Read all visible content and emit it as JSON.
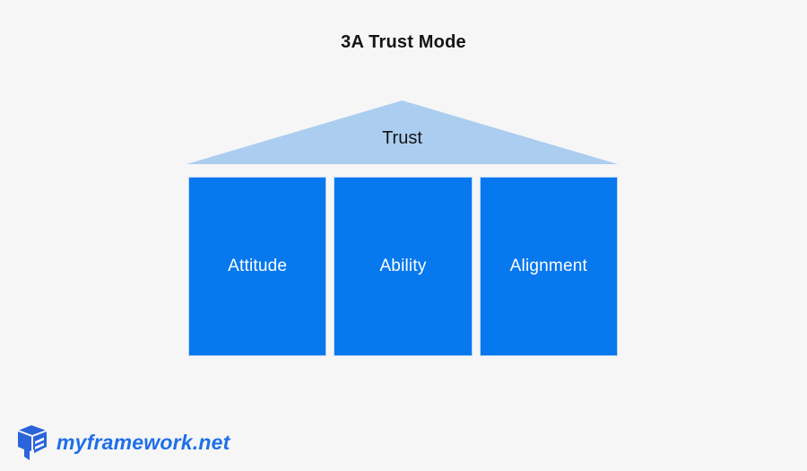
{
  "title": "3A Trust Mode",
  "diagram": {
    "roof": {
      "label": "Trust"
    },
    "pillars": [
      {
        "label": "Attitude"
      },
      {
        "label": "Ability"
      },
      {
        "label": "Alignment"
      }
    ]
  },
  "footer": {
    "brand": "myframework.net",
    "logo_icon": "cube-logo-icon"
  },
  "colors": {
    "background": "#f6f6f7",
    "roof_fill": "#abcdf0",
    "pillar_fill": "#0778ee",
    "pillar_edge": "#b9d6f3",
    "pillar_text": "#ffffff",
    "title_text": "#141414",
    "roof_text": "#141414",
    "brand_blue": "#1f6fe8",
    "logo_blue": "#2b63da"
  }
}
